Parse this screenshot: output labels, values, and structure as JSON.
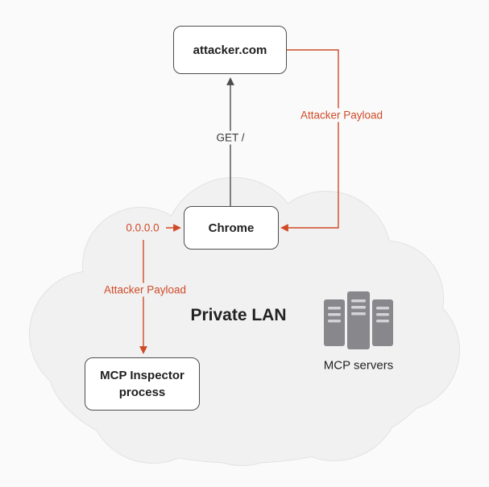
{
  "colors": {
    "background": "#fafafa",
    "accent": "#cf4a27",
    "box_border": "#4d4d4d",
    "dark_arrow": "#4d4d4d",
    "cloud_fill": "#f1f1f2",
    "cloud_border": "#e2e2e4",
    "server_gray": "#87878c"
  },
  "external": {
    "attacker_label": "attacker.com",
    "get_label": "GET /",
    "payload_label": "Attacker Payload"
  },
  "lan": {
    "title": "Private LAN",
    "chrome_label": "Chrome",
    "bind_address": "0.0.0.0",
    "payload_label": "Attacker Payload",
    "inspector_line1": "MCP Inspector",
    "inspector_line2": "process",
    "servers_label": "MCP servers"
  }
}
